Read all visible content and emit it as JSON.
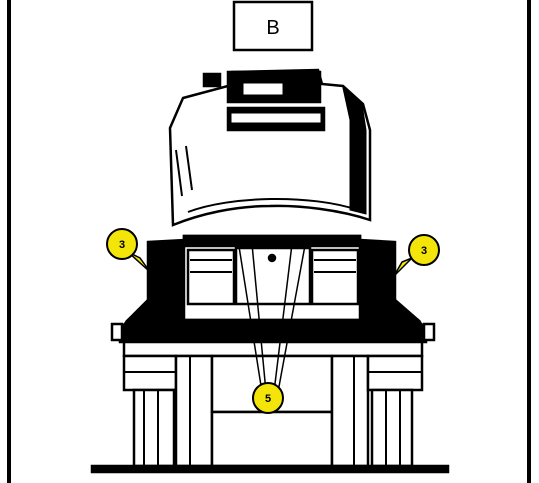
{
  "figure": {
    "panel_label": "B",
    "callouts": [
      {
        "id": "left",
        "label": "3"
      },
      {
        "id": "right",
        "label": "3"
      },
      {
        "id": "bottom",
        "label": "5"
      }
    ]
  },
  "colors": {
    "line": "#000000",
    "background": "#ffffff",
    "callout_fill": "#f3e40a"
  }
}
